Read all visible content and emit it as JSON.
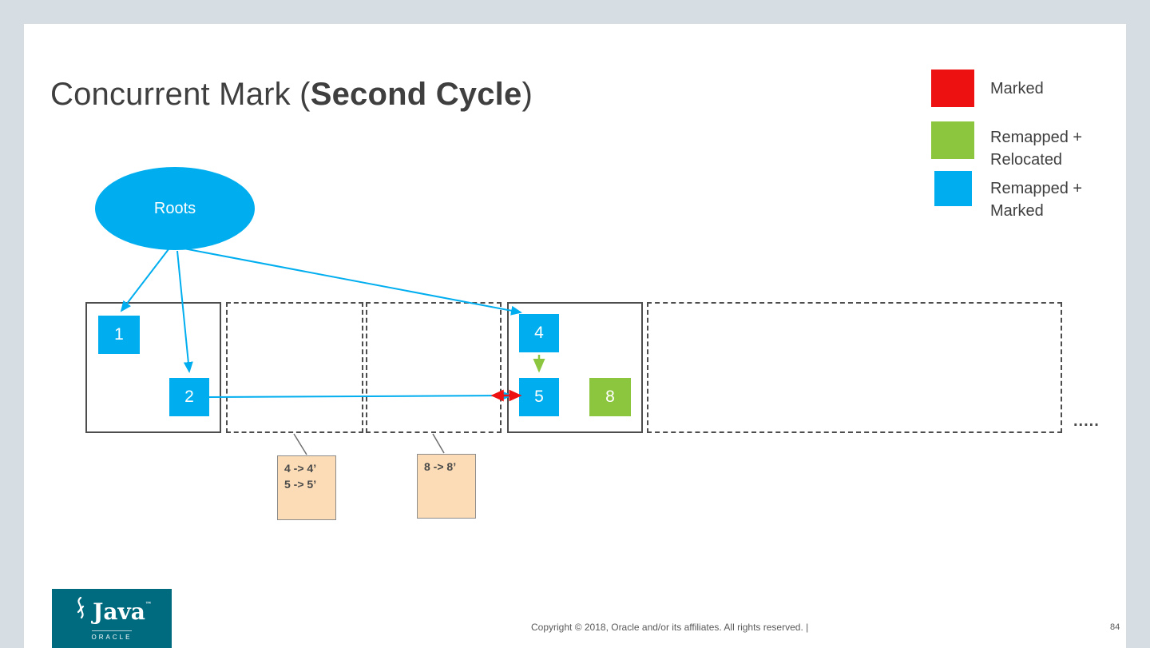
{
  "colors": {
    "c-blue": "#00aeef",
    "c-green": "#8cc63e",
    "c-red": "#ee1111",
    "c-region": "#4d4d4d",
    "c-tablebg": "#fbdcb6",
    "c-tableborder": "#8c8c8c",
    "c-teal": "#006b7f",
    "c-title": "#3f3f3f",
    "c-connector": "#6e6e6e"
  },
  "title": {
    "prefix": "Concurrent Mark (",
    "emphasis": "Second Cycle",
    "suffix": ")"
  },
  "legend": {
    "items": [
      {
        "label": "Marked",
        "color": "#ee1111"
      },
      {
        "label": "Remapped +\nRelocated",
        "color": "#8cc63e"
      },
      {
        "label": "Remapped +\nMarked",
        "color": "#00aeef"
      }
    ]
  },
  "diagram": {
    "roots_label": "Roots",
    "objects": {
      "o1": "1",
      "o2": "2",
      "o4": "4",
      "o5": "5",
      "o8": "8"
    },
    "tables": [
      {
        "lines": "4 -> 4’\n5 -> 5’"
      },
      {
        "lines": "8 -> 8’"
      }
    ],
    "ellipsis": "....."
  },
  "footer": {
    "java": "Java",
    "tm": "™",
    "oracle": "ORACLE",
    "copyright": "Copyright © 2018, Oracle and/or its affiliates. All rights reserved.  |",
    "page_number": "84"
  }
}
